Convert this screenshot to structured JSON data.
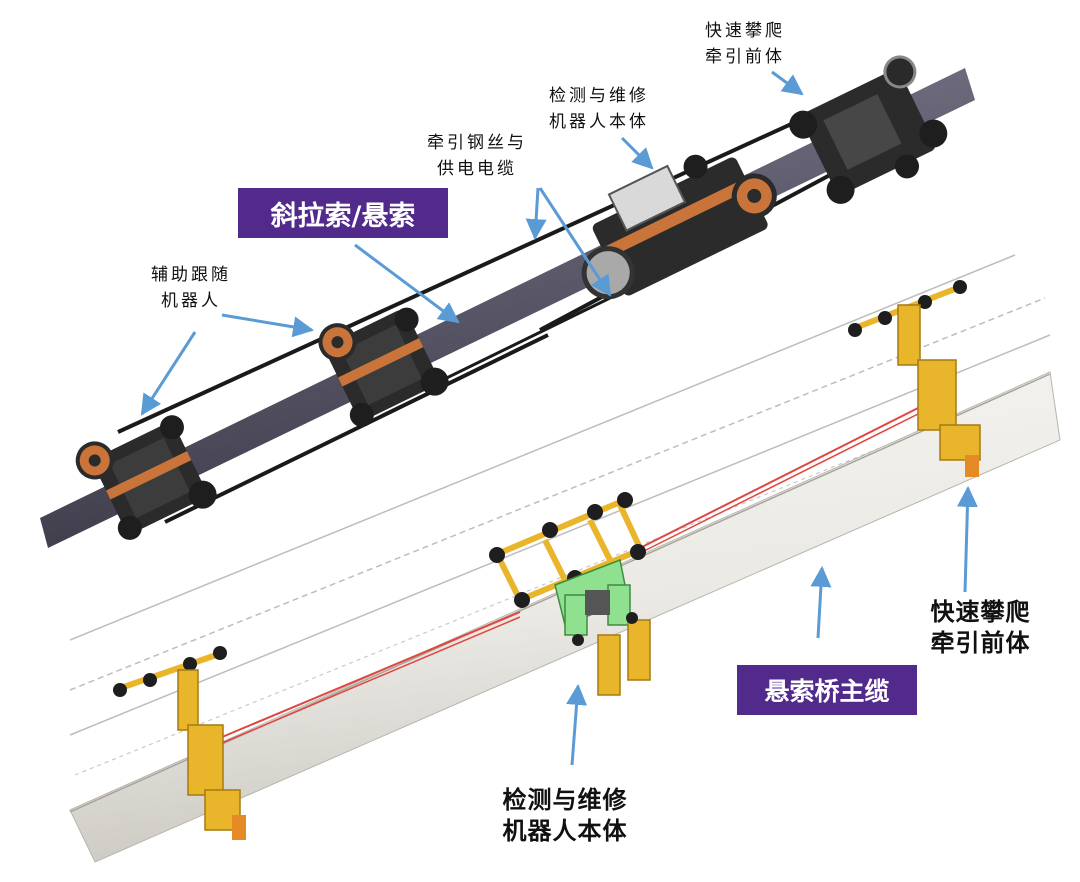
{
  "labels": {
    "top_front_body": "快速攀爬\n牵引前体",
    "top_robot_body": "检测与维修\n机器人本体",
    "top_wire": "牵引钢丝与\n供电电缆",
    "top_aux": "辅助跟随\n机器人",
    "bottom_front_body": "快速攀爬\n牵引前体",
    "bottom_robot_body": "检测与维修\n机器人本体"
  },
  "tags": {
    "stay_cable": "斜拉索/悬索",
    "main_cable": "悬索桥主缆"
  },
  "colors": {
    "tag_bg": "#512a8c",
    "arrow": "#5b9bd5",
    "cable_top": "#5d5a6c",
    "robot_dark": "#2b2b2b",
    "robot_orange": "#c8743a",
    "frame_yellow": "#e9b52b",
    "frame_green": "#8fe08f",
    "traction_red": "#e0473f",
    "main_cable": "#eceae6"
  }
}
